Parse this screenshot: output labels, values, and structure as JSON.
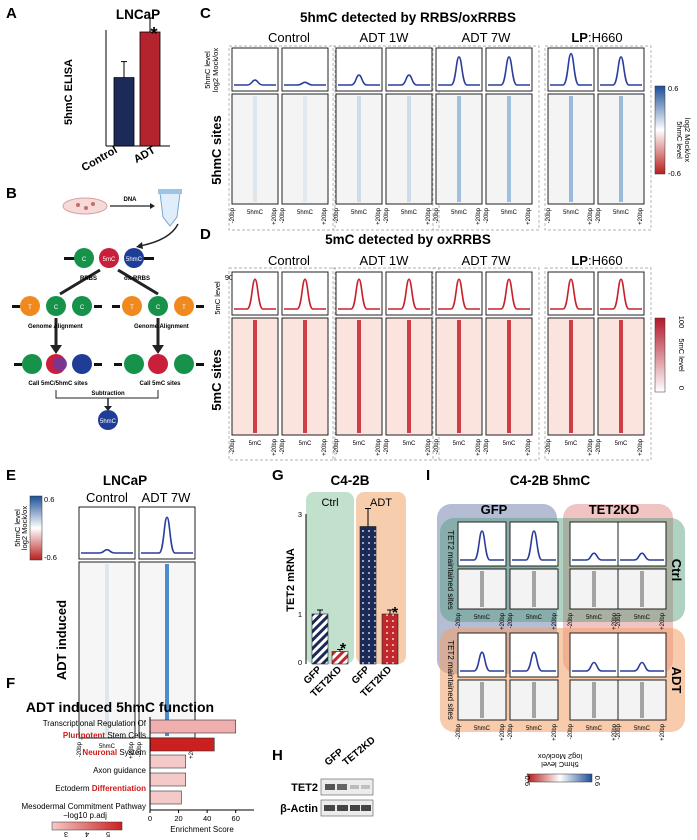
{
  "panel_letters": {
    "A": "A",
    "B": "B",
    "C": "C",
    "D": "D",
    "E": "E",
    "F": "F",
    "G": "G",
    "H": "H",
    "I": "I"
  },
  "panelA": {
    "title": "LNCaP",
    "ylabel": "5hmC ELISA",
    "star": "*",
    "chart_data": {
      "type": "bar",
      "categories": [
        "Control",
        "ADT"
      ],
      "values": [
        0.6,
        1.0
      ],
      "colors": [
        "#1c2a5a",
        "#b3242e"
      ]
    }
  },
  "panelB": {
    "dna": "DNA",
    "c": "C",
    "fivemc": "5mC",
    "fivehmc": "5hmC",
    "t": "T",
    "rrbs": "RRBS",
    "oxrrbs": "ox-RRBS",
    "align1": "Genome Alignment",
    "align2": "Genome Alignment",
    "call1": "Call 5mC/5hmC sites",
    "call2": "Call 5mC sites",
    "subtraction": "Subtraction",
    "result": "5hmC"
  },
  "panelC": {
    "title": "5hmC detected by RRBS/oxRRBS",
    "groups": [
      "Control",
      "ADT 1W",
      "ADT 7W"
    ],
    "lp_bold": "LP",
    "lp_rest": ":H660",
    "profile_ylabel": "5hmC level",
    "profile_ylabel2": "log2 Mock/ox",
    "row_label": "5hmC sites",
    "x_left": "-20bp",
    "x_mid": "5hmC",
    "x_right": "+20bp",
    "cbar_max": "0.6",
    "cbar_min": "-0.6",
    "cbar_label": "5hmC level",
    "cbar_label2": "log2 Mock/ox",
    "colors": {
      "line": "#2a3d9c",
      "heat": "#5b93c8"
    }
  },
  "panelD": {
    "title": "5mC detected by oxRRBS",
    "groups": [
      "Control",
      "ADT 1W",
      "ADT 7W"
    ],
    "lp_bold": "LP",
    "lp_rest": ":H660",
    "profile_ylabel": "5mC level",
    "ytick_top": "90",
    "row_label": "5mC sites",
    "x_left": "-20bp",
    "x_mid": "5mC",
    "x_right": "+20bp",
    "cbar_max": "100",
    "cbar_min": "0",
    "cbar_label": "5mC level",
    "colors": {
      "line": "#c8202c",
      "heat": "#c8202c"
    }
  },
  "panelE": {
    "title": "LNCaP",
    "groups": [
      "Control",
      "ADT 7W"
    ],
    "profile_ylabel": "5hmC level",
    "profile_ylabel2": "log2 Mock/ox",
    "cbar_max": "0.6",
    "cbar_min": "-0.6",
    "row_label": "ADT induced",
    "x_left": "-20bp",
    "x_mid": "5hmC",
    "x_right": "+20bp"
  },
  "panelF": {
    "title": "ADT induced 5hmC function",
    "terms": [
      {
        "pre": "Transcriptional Regulation Of",
        "red": "",
        "post": ""
      },
      {
        "pre": "",
        "red": "Pluripotent",
        "post": " Stem Cells"
      },
      {
        "pre": "",
        "red": "Neuronal",
        "post": " System"
      },
      {
        "pre": "Axon guidance",
        "red": "",
        "post": ""
      },
      {
        "pre": "Ectoderm ",
        "red": "Differentiation",
        "post": ""
      },
      {
        "pre": "Mesodermal Commitment Pathway",
        "red": "",
        "post": ""
      }
    ],
    "xlabel": "Enrichment Score",
    "xticks": [
      "0",
      "20",
      "40",
      "60"
    ],
    "legend_label": "−log10 p.adj",
    "legend_ticks": [
      "3",
      "4",
      "5"
    ],
    "chart_data": {
      "type": "bar",
      "orientation": "horizontal",
      "categories": [
        "Transcriptional Regulation Of Pluripotent Stem Cells",
        "Neuronal System",
        "Axon guidance",
        "Ectoderm Differentiation",
        "Mesodermal Commitment Pathway"
      ],
      "values": [
        60,
        45,
        25,
        25,
        22
      ],
      "neglog10_padj": [
        3.3,
        5.0,
        3.0,
        3.0,
        3.0
      ],
      "xlim": [
        0,
        70
      ]
    }
  },
  "panelG": {
    "title": "C4-2B",
    "ylabel": "TET2 mRNA",
    "ctrl_label": "Ctrl",
    "adt_label": "ADT",
    "ytick_3": "3",
    "ytick_1": "1",
    "ytick_0": "0",
    "star1": "*",
    "star2": "*",
    "chart_data": {
      "type": "bar",
      "categories": [
        "GFP",
        "TET2KD",
        "GFP",
        "TET2KD"
      ],
      "groups": [
        "Ctrl",
        "Ctrl",
        "ADT",
        "ADT"
      ],
      "values": [
        1.0,
        0.25,
        2.75,
        1.0
      ],
      "ylim": [
        0,
        3
      ]
    }
  },
  "panelH": {
    "cols": [
      "GFP",
      "TET2KD"
    ],
    "rows": [
      "TET2",
      "β-Actin"
    ]
  },
  "panelI": {
    "title": "C4-2B 5hmC",
    "cols": [
      "GFP",
      "TET2KD"
    ],
    "rows": [
      "Ctrl",
      "ADT"
    ],
    "row_sub": "TET2 maintained sites",
    "x_left": "-20bp",
    "x_mid": "5hmC",
    "x_right": "+20bp",
    "cbar_label": "5hmC level",
    "cbar_label2": "log2 Mock/ox",
    "cbar_min": "-0.6",
    "cbar_max": "0.6"
  }
}
